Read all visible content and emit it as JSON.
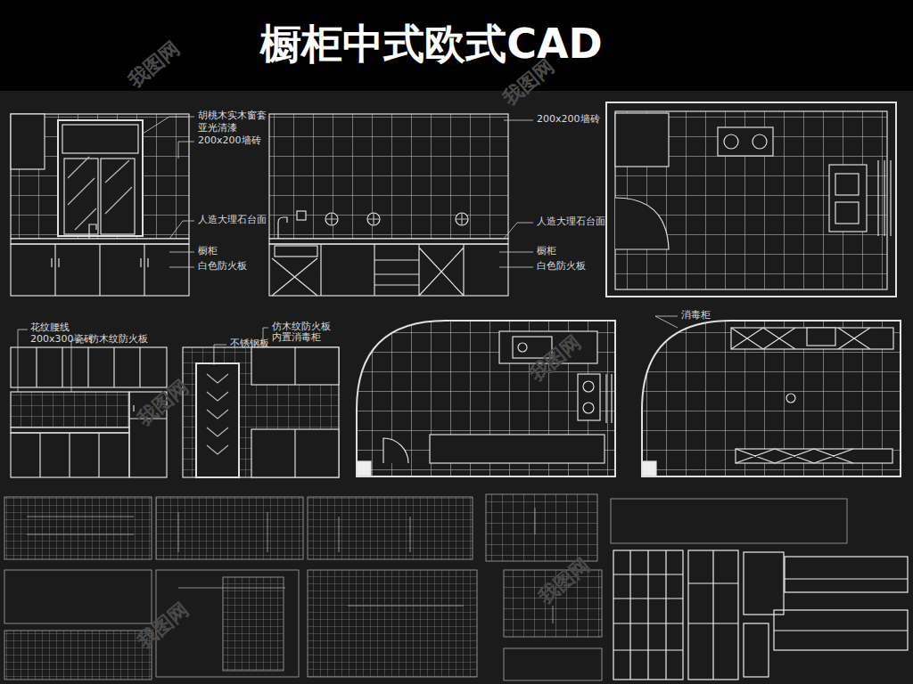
{
  "diagram": {
    "title": "橱柜中式欧式CAD",
    "labels": [
      "胡桃木实木窗套",
      "亚光清漆",
      "200x200墙砖",
      "人造大理石台面",
      "橱柜",
      "白色防火板",
      "200x200墙砖",
      "人造大理石台面",
      "橱柜",
      "白色防火板",
      "花纹腰线",
      "200x300瓷砖",
      "仿木纹防火板",
      "不锈钢板",
      "仿木纹防火板",
      "内置消毒柜",
      "消毒柜",
      "我图网",
      "我图网",
      "我图网",
      "我图网",
      "我图网",
      "我图网"
    ]
  }
}
